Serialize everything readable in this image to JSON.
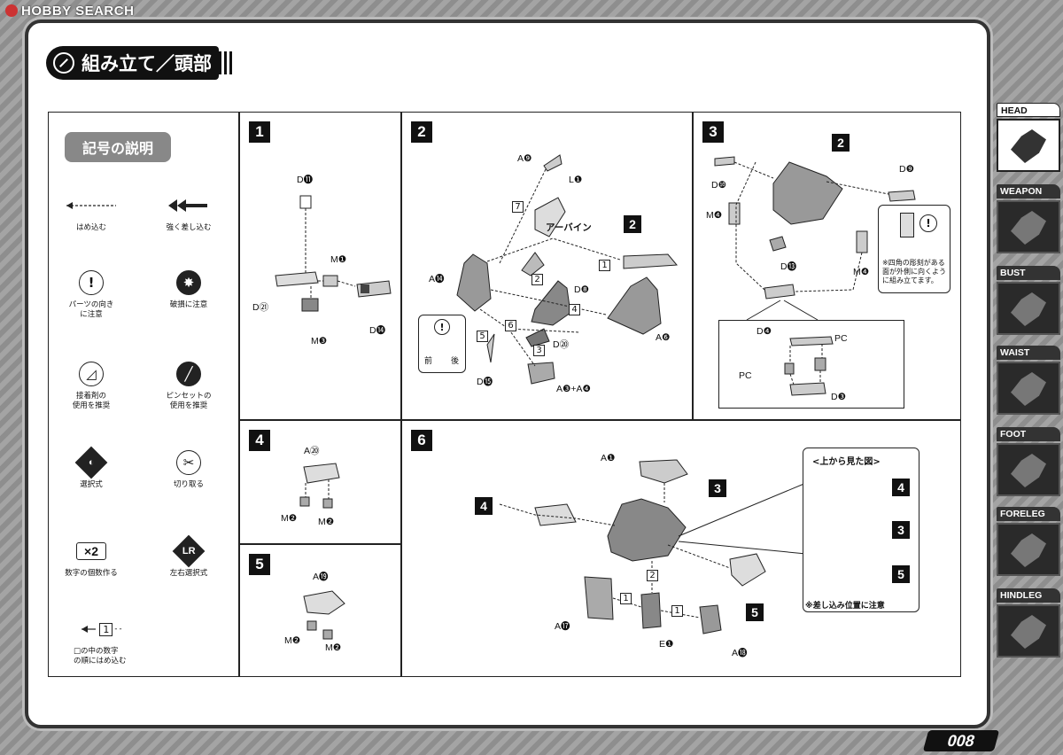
{
  "watermark": "HOBBY SEARCH",
  "title": "組み立て／頭部",
  "page_number": "008",
  "legend": {
    "title": "記号の説明",
    "items": [
      {
        "symbol": "←----",
        "label": "はめ込む"
      },
      {
        "symbol": "◀◀━",
        "label": "強く差し込む"
      },
      {
        "symbol": "!",
        "label": "パーツの向き\nに注意"
      },
      {
        "symbol": "破",
        "label": "破損に注意"
      },
      {
        "symbol": "接",
        "label": "接着剤の\n使用を推奨"
      },
      {
        "symbol": "ピ",
        "label": "ピンセットの\n使用を推奨"
      },
      {
        "symbol": "選",
        "label": "選択式"
      },
      {
        "symbol": "切",
        "label": "切り取る"
      },
      {
        "symbol": "×2",
        "label": "数字の個数作る"
      },
      {
        "symbol": "LR",
        "label": "左右選択式"
      },
      {
        "symbol_box": "1",
        "label": "□の中の数字\nの順にはめ込む"
      }
    ]
  },
  "steps": [
    {
      "num": "1",
      "parts": [
        "D⓫",
        "M❶",
        "D㉑",
        "D⓮",
        "M❸"
      ]
    },
    {
      "num": "2",
      "parts": [
        "A❾",
        "L❶",
        "アーバイン",
        "A⓮",
        "D❽",
        "A❻",
        "D⑳",
        "D⓯",
        "A❸+A❹"
      ],
      "sub": [
        "7",
        "1",
        "2",
        "4",
        "6",
        "5",
        "3"
      ],
      "callout": [
        "前",
        "後"
      ]
    },
    {
      "num": "3",
      "parts": [
        "D❿",
        "D❾",
        "M❹",
        "D⓭",
        "M❹",
        "D❹",
        "PC",
        "PC",
        "D❸"
      ],
      "ref": "2",
      "note": "※四角の彫刻がある面が外側に向くように組み立てます。"
    },
    {
      "num": "4",
      "parts": [
        "A⑳",
        "M❷",
        "M❷"
      ]
    },
    {
      "num": "5",
      "parts": [
        "A⓳",
        "M❷",
        "M❷"
      ]
    },
    {
      "num": "6",
      "parts": [
        "A❶",
        "A⓱",
        "E❶",
        "A⓲"
      ],
      "refs": [
        "4",
        "3",
        "5"
      ],
      "sub": [
        "2",
        "1",
        "1"
      ],
      "top_view_title": "<上から見た図>",
      "top_refs": [
        "4",
        "3",
        "5"
      ],
      "note": "※差し込み位置に注意"
    }
  ],
  "sidebar": [
    {
      "label": "HEAD",
      "active": true
    },
    {
      "label": "WEAPON",
      "active": false
    },
    {
      "label": "BUST",
      "active": false
    },
    {
      "label": "WAIST",
      "active": false
    },
    {
      "label": "FOOT",
      "active": false
    },
    {
      "label": "FORELEG",
      "active": false
    },
    {
      "label": "HINDLEG",
      "active": false
    }
  ]
}
